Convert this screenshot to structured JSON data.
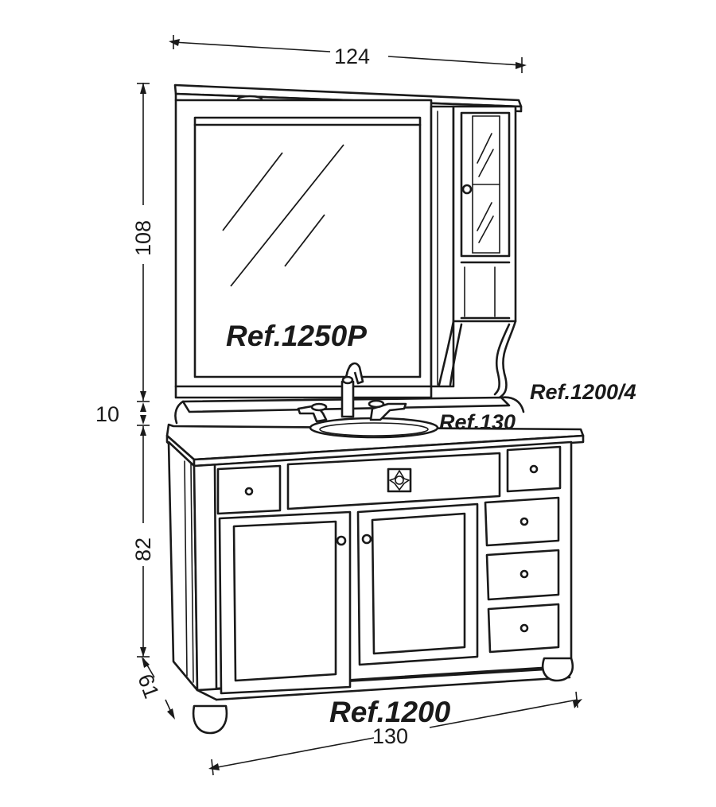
{
  "dimensions": {
    "width_top": "124",
    "height_mirror": "108",
    "height_gap": "10",
    "height_base": "82",
    "depth": "61",
    "width_base": "130"
  },
  "references": {
    "mirror": "Ref.1250P",
    "side_cabinet": "Ref.1200/4",
    "basin": "Ref.130",
    "base_unit": "Ref.1200"
  }
}
